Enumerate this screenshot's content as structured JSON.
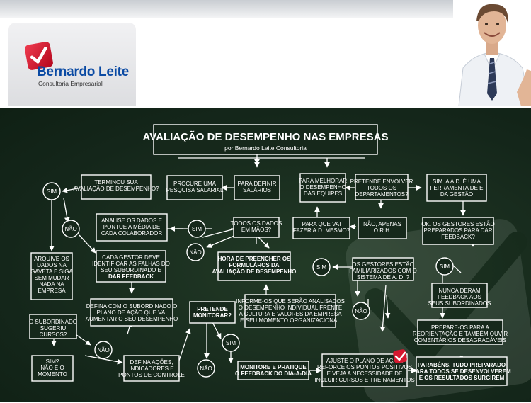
{
  "brand": {
    "name": "Bernardo Leite",
    "tagline": "Consultoria Empresarial",
    "colors": {
      "brand_blue": "#0a4aa3",
      "logo_red": "#d5182f",
      "board_green": "#16281b",
      "line_white": "#ffffff"
    }
  },
  "header": {
    "photo_alt": "Bernardo Leite portrait"
  },
  "diagram": {
    "title": "AVALIAÇÃO DE DESEMPENHO NAS EMPRESAS",
    "subtitle": "por Bernardo Leite Consultoria",
    "nodes": [
      {
        "id": "terminou",
        "lines": [
          "TERMINOU SUA",
          "AVALIAÇÃO DE DESEMPENHO?"
        ]
      },
      {
        "id": "procure",
        "lines": [
          "PROCURE UMA",
          "PESQUISA SALARIAL"
        ]
      },
      {
        "id": "definir",
        "lines": [
          "PARA DEFINIR",
          "SALÁRIOS"
        ]
      },
      {
        "id": "melhorar",
        "lines": [
          "PARA MELHORAR",
          "O DESEMPENHO",
          "DAS EQUIPES"
        ]
      },
      {
        "id": "envolver",
        "lines": [
          "PRETENDE ENVOLVER",
          "TODOS OS",
          "DEPARTAMENTOS?"
        ]
      },
      {
        "id": "ferramenta",
        "lines": [
          "SIM. A A.D. É UMA",
          "FERRAMENTA DE E",
          "DA GESTÃO"
        ]
      },
      {
        "id": "analise",
        "lines": [
          "ANALISE OS DADOS E",
          "PONTUE A MÉDIA DE",
          "CADA COLABORADOR"
        ]
      },
      {
        "id": "todos",
        "lines": [
          "TODOS OS DADOS",
          "EM MÃOS?"
        ]
      },
      {
        "id": "paraque",
        "lines": [
          "PARA QUE VAI",
          "FAZER A.D. MESMO?"
        ]
      },
      {
        "id": "naoapenas",
        "lines": [
          "NÃO, APENAS",
          "O R.H."
        ]
      },
      {
        "id": "gestoresprep",
        "lines": [
          "OK. OS GESTORES ESTÃO",
          "PREPARADOS PARA DAR",
          "FEEDBACK?"
        ]
      },
      {
        "id": "arquive",
        "lines": [
          "ARQUIVE OS",
          "DADOS NA",
          "GAVETA E SIGA",
          "SEM MUDAR",
          "NADA NA",
          "EMPRESA"
        ]
      },
      {
        "id": "cadagestor",
        "lines": [
          "CADA GESTOR DEVE",
          "IDENTIFICAR AS FALHAS DO",
          "SEU SUBORDINADO E",
          "DAR FEEDBACK"
        ]
      },
      {
        "id": "hora",
        "lines": [
          "HORA DE PREENCHER OS",
          "FORMULÁROS DA",
          "AVALIAÇÃO DE DESEMPENHO"
        ]
      },
      {
        "id": "familiarizados",
        "lines": [
          "OS GESTORES ESTÃO",
          "FAMILIARIZADOS COM O",
          "SISTEMA DE A. D. ?"
        ]
      },
      {
        "id": "nunca",
        "lines": [
          "NUNCA DERAM",
          "FEEDBACK AOS",
          "SEUS SUBORDINADOS"
        ]
      },
      {
        "id": "informe",
        "lines": [
          "INFORME-OS QUE SERÃO ANALISADOS",
          "O DESEMPENHO INDIVIDUAL FRENTE",
          "A CULTURA E VALORES DA EMPRESA",
          "E SEU MOMENTO ORGANIZACIONAL"
        ]
      },
      {
        "id": "definaplano",
        "lines": [
          "DEFINA COM O SUBORDINADO O",
          "PLANO DE AÇÃO QUE VAI",
          "AUMENTAR O SEU DESEMPENHO"
        ]
      },
      {
        "id": "pretende",
        "lines": [
          "PRETENDE",
          "MONITORAR?"
        ]
      },
      {
        "id": "prepare",
        "lines": [
          "PREPARE-OS PARA A",
          "REORIENTAÇÃO E TAMBÉM OUVIR",
          "COMENTÁRIOS DESAGRADÁVEIS"
        ]
      },
      {
        "id": "sugeriu",
        "lines": [
          "O SUBORDINADO",
          "SUGERIU",
          "CURSOS?"
        ]
      },
      {
        "id": "simmomento",
        "lines": [
          "SIM?",
          "NÃO É O",
          "MOMENTO"
        ]
      },
      {
        "id": "definaacoes",
        "lines": [
          "DEFINA AÇÕES,",
          "INDICADORES E",
          "PONTOS DE CONTROLE"
        ]
      },
      {
        "id": "monitore",
        "lines": [
          "MONITORE E PRATIQUE",
          "O FEEDBACK DO DIA-A-DIA"
        ]
      },
      {
        "id": "ajuste",
        "lines": [
          "AJUSTE O PLANO DE AÇÃO,",
          "REFORCE OS PONTOS POSITIVOS",
          "E VEJA A NECESSIDADE DE",
          "INCLUIR CURSOS E TREINAMENTOS"
        ]
      },
      {
        "id": "parabens",
        "lines": [
          "PARABÉNS, TUDO PREPARADO",
          "PARA TODOS SE DESENVOLVEREM",
          "E OS RESULTADOS SURGIREM"
        ]
      }
    ],
    "decisions": [
      {
        "id": "sim1",
        "label": "SIM"
      },
      {
        "id": "nao1",
        "label": "NÃO"
      },
      {
        "id": "sim2",
        "label": "SIM"
      },
      {
        "id": "nao2",
        "label": "NÃO"
      },
      {
        "id": "sim3",
        "label": "SIM"
      },
      {
        "id": "sim4",
        "label": "SIM"
      },
      {
        "id": "nao3",
        "label": "NÃO"
      },
      {
        "id": "nao4",
        "label": "NÃO"
      },
      {
        "id": "sim5",
        "label": "SIM"
      },
      {
        "id": "nao5",
        "label": "NÃO"
      }
    ]
  }
}
